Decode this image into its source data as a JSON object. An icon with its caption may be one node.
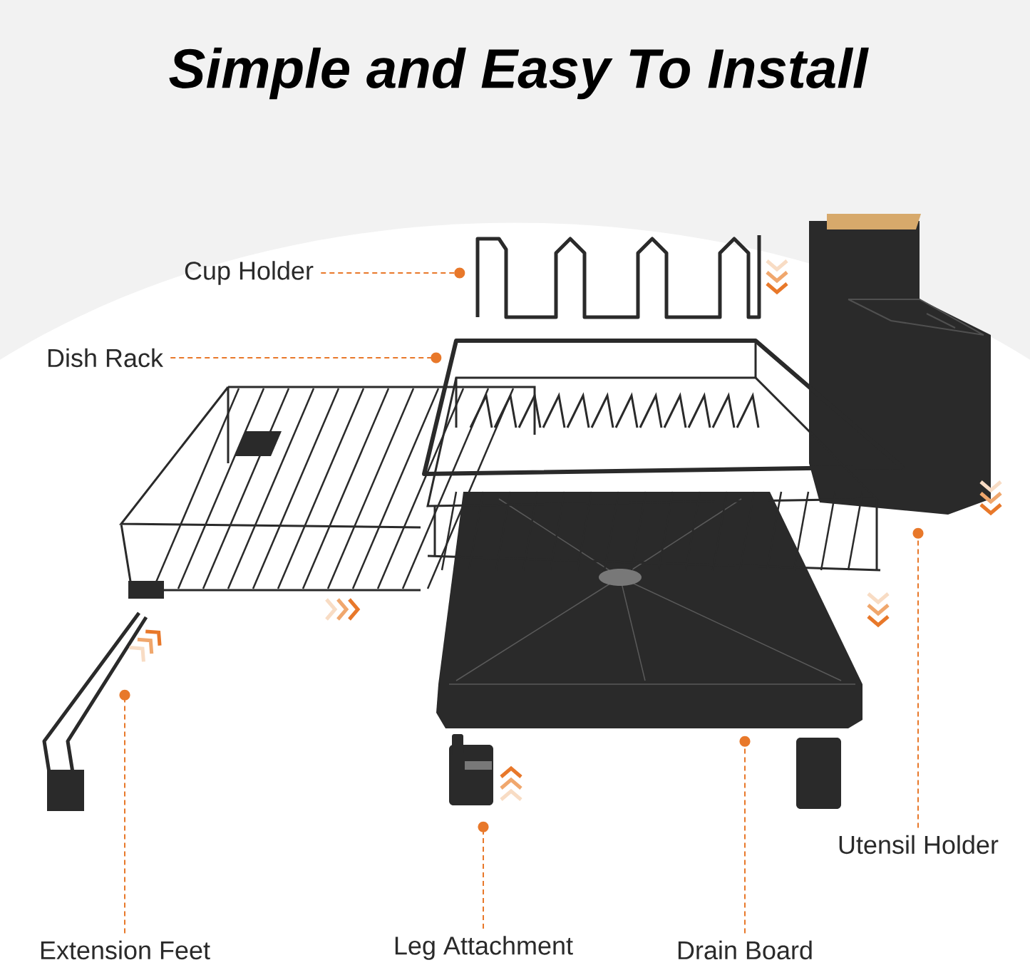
{
  "diagram": {
    "title": "Simple and Easy To Install",
    "nodes": [
      {
        "text": [
          "Cup Holder"
        ]
      },
      {
        "text": [
          "Dish Rack"
        ]
      },
      {
        "text": [
          "Utensil Holder"
        ]
      },
      {
        "text": [
          "Extension Feet"
        ]
      },
      {
        "text": [
          "Leg Attachment"
        ]
      },
      {
        "text": [
          "Drain Board"
        ]
      },
      {
        "text": [],
        "shape": "picture"
      },
      {
        "text": [],
        "shape": "picture"
      },
      {
        "text": [],
        "shape": "picture"
      },
      {
        "text": [],
        "shape": "picture"
      },
      {
        "text": [],
        "shape": "picture"
      },
      {
        "text": [],
        "shape": "picture"
      }
    ],
    "edges": [
      {
        "from": 0,
        "to": 6,
        "arrow": "other",
        "style": "dashed"
      },
      {
        "from": 1,
        "to": 7,
        "arrow": "other",
        "style": "dashed"
      },
      {
        "from": 2,
        "to": 8,
        "arrow": "other",
        "style": "dashed"
      },
      {
        "from": 3,
        "to": 9,
        "arrow": "other",
        "style": "dashed"
      },
      {
        "from": 4,
        "to": 10,
        "arrow": "other",
        "style": "dashed"
      },
      {
        "from": 5,
        "to": 11,
        "arrow": "other",
        "style": "dashed"
      }
    ]
  }
}
